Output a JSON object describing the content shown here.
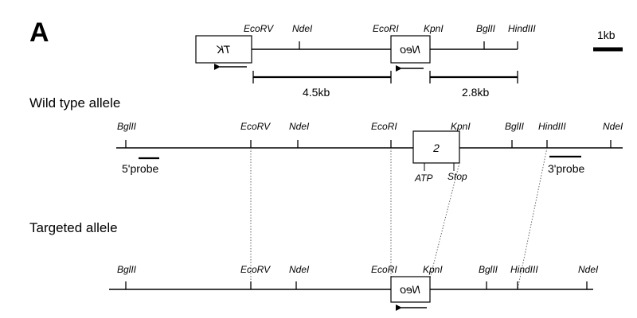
{
  "panel_label": "A",
  "scale_bar": {
    "label": "1kb"
  },
  "targeting_vector": {
    "sites": [
      "EcoRV",
      "NdeI",
      "EcoRI",
      "KpnI",
      "BglII",
      "HindIII"
    ],
    "boxes": {
      "tk": "TK",
      "neo": "Neo"
    },
    "fragments": [
      "4.5kb",
      "2.8kb"
    ]
  },
  "wild_type": {
    "label": "Wild type allele",
    "sites": [
      "BglII",
      "EcoRV",
      "NdeI",
      "EcoRI",
      "KpnI",
      "BglII",
      "HindIII",
      "NdeI"
    ],
    "exon": "2",
    "exon_marks": [
      "ATP",
      "Stop"
    ],
    "probes": [
      "5'probe",
      "3'probe"
    ]
  },
  "targeted": {
    "label": "Targeted allele",
    "sites": [
      "BglII",
      "EcoRV",
      "NdeI",
      "EcoRI",
      "KpnI",
      "BglII",
      "HindIII",
      "NdeI"
    ],
    "box": "Neo"
  }
}
